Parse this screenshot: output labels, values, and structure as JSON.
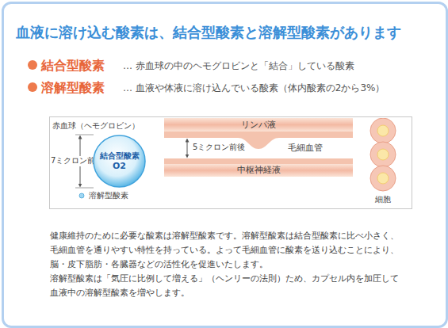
{
  "diagram": {
    "title": "血液に溶け込む酸素は、結合型酸素と溶解型酸素があります",
    "nodes": [
      {
        "text": [
          "結合型酸素",
          "O2"
        ]
      },
      {
        "text": [
          "リンパ液"
        ]
      },
      {
        "text": [
          "毛細血管"
        ]
      },
      {
        "text": [
          "中枢神経液"
        ]
      },
      {
        "text": [
          "細胞"
        ]
      }
    ],
    "labels": [
      "結合型酸素",
      "… 赤血球の中のヘモグロビンと「結合」している酸素",
      "溶解型酸素",
      "… 血液や体液に溶け込んでいる酸素（体内酸素の2から3%）",
      "赤血球（ヘモグロビン）",
      "7ミクロン前後",
      "溶解型酸素",
      "5ミクロン前後",
      "健康維持のために必要な酸素は溶解型酸素です。溶解型酸素は結合型酸素に比べ小さく、毛細血管を通りやすい特性を持っている。よって毛細血管に酸素を送り込むことにより、脳・皮下脂肪・各臓器などの活性化を促進いたします。",
      "溶解型酸素は「気圧に比例して増える」（ヘンリーの法則）ため、カプセル内を加圧して血液中の溶解型酸素を増やします。"
    ]
  }
}
